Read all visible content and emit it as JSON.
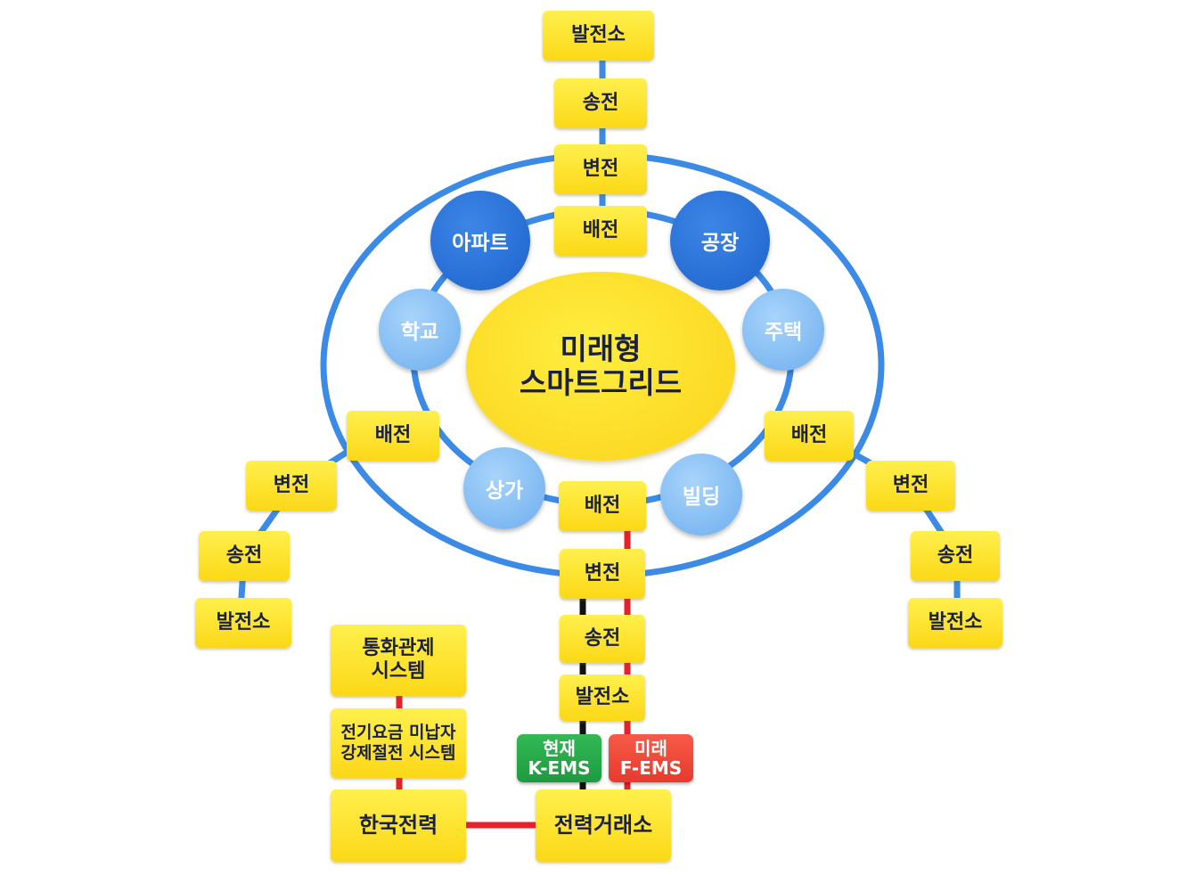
{
  "center_label": "미래형\n스마트그리드",
  "top_chain": {
    "plant": "발전소",
    "transmission": "송전",
    "substation": "변전",
    "distribution": "배전"
  },
  "left_chain": {
    "distribution": "배전",
    "substation": "변전",
    "transmission": "송전",
    "plant": "발전소"
  },
  "right_chain": {
    "distribution": "배전",
    "substation": "변전",
    "transmission": "송전",
    "plant": "발전소"
  },
  "bottom_chain": {
    "distribution": "배전",
    "substation": "변전",
    "transmission": "송전",
    "plant": "발전소"
  },
  "consumers": {
    "apartment": "아파트",
    "factory": "공장",
    "school": "학교",
    "house": "주택",
    "commerce": "상가",
    "building": "빌딩"
  },
  "ems": {
    "current": "현재\nK-EMS",
    "future": "미래\nF-EMS"
  },
  "control": {
    "call_control": "통화관제\n시스템",
    "forced_cutoff": "전기요금 미납자\n강제절전 시스템",
    "kepco": "한국전력",
    "exchange": "전력거래소"
  },
  "colors": {
    "yellow": "#fcd817",
    "ring_blue": "#3a8ae6",
    "dark_blue": "#1c63cc",
    "light_blue": "#6eaeee",
    "red_line": "#e8202a",
    "black_line": "#111111",
    "green_tag": "#23a347",
    "red_tag": "#ef4034"
  }
}
